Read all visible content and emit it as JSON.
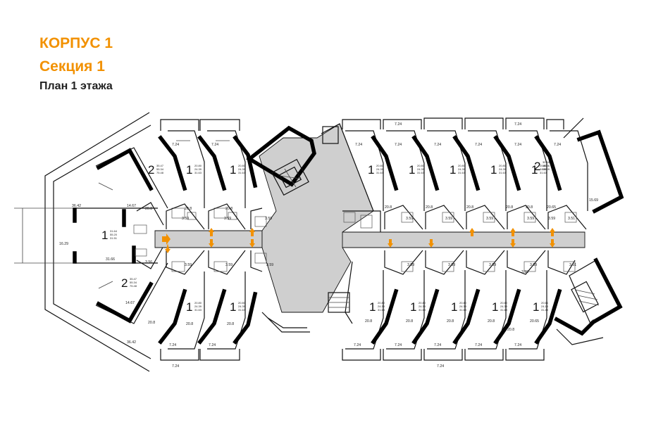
{
  "header": {
    "building": "КОРПУС 1",
    "section": "Секция 1",
    "floor": "План 1 этажа"
  },
  "colors": {
    "accent": "#f29100",
    "corridor": "#cfcfcf",
    "wall": "#000000"
  },
  "left_wing": {
    "units": [
      {
        "rooms": "2",
        "areas": [
          "35.47",
          "55.34",
          "75.48"
        ]
      },
      {
        "rooms": "1",
        "areas": [
          "31.64",
          "55.20",
          "31.51"
        ]
      },
      {
        "rooms": "2",
        "areas": [
          "35.47",
          "55.34",
          "75.48"
        ]
      }
    ],
    "dims": [
      "36.42",
      "16.29",
      "14.67",
      "14.67",
      "31.66",
      "3.56",
      "20.8",
      "36.42"
    ]
  },
  "upper_units": [
    {
      "rooms": "1",
      "areas": [
        "20.80",
        "24.39",
        "31.63"
      ]
    },
    {
      "rooms": "1",
      "areas": [
        "20.80",
        "24.39",
        "31.63"
      ]
    },
    {
      "rooms": "1",
      "areas": [
        "20.80",
        "24.39",
        "31.63"
      ]
    },
    {
      "rooms": "1",
      "areas": [
        "20.80",
        "24.39",
        "31.63"
      ]
    },
    {
      "rooms": "1",
      "areas": [
        "20.80",
        "24.39",
        "31.63"
      ]
    },
    {
      "rooms": "1",
      "areas": [
        "20.80",
        "24.39",
        "31.63"
      ]
    },
    {
      "rooms": "1",
      "areas": [
        "20.80",
        "24.39",
        "31.63"
      ]
    },
    {
      "rooms": "2",
      "areas": [
        "30.94",
        "48.86",
        "58.09"
      ]
    }
  ],
  "lower_units": [
    {
      "rooms": "1",
      "areas": [
        "20.80",
        "24.39",
        "31.63"
      ]
    },
    {
      "rooms": "1",
      "areas": [
        "20.80",
        "24.39",
        "31.63"
      ]
    },
    {
      "rooms": "1",
      "areas": [
        "20.80",
        "24.39",
        "31.63"
      ]
    },
    {
      "rooms": "1",
      "areas": [
        "20.80",
        "24.39",
        "31.63"
      ]
    },
    {
      "rooms": "1",
      "areas": [
        "20.80",
        "24.39",
        "31.63"
      ]
    },
    {
      "rooms": "1",
      "areas": [
        "20.80",
        "24.39",
        "31.63"
      ]
    },
    {
      "rooms": "1",
      "areas": [
        "20.66",
        "24.14",
        "31.43"
      ]
    }
  ],
  "dims": {
    "upper_balcony": [
      "7.24",
      "7.24",
      "7.24",
      "7.24",
      "7.24",
      "7.24",
      "7.24",
      "7.24",
      "7.24",
      "7.24"
    ],
    "upper_room": [
      "20.8",
      "20.8",
      "20.8",
      "20.8",
      "20.8",
      "20.8",
      "20.8",
      "20.8",
      "20.65",
      "15.69"
    ],
    "upper_bath": [
      "3.59",
      "3.59",
      "3.59",
      "3.59",
      "3.59",
      "3.59",
      "3.59",
      "3.59",
      "3.51"
    ],
    "lower_bath": [
      "3.59",
      "3.59",
      "3.59",
      "3.59",
      "3.59",
      "3.59",
      "3.59",
      "3.59",
      "3.51"
    ],
    "lower_room": [
      "20.8",
      "20.8",
      "20.8",
      "20.8",
      "20.8",
      "20.8",
      "20.8",
      "20.65"
    ],
    "lower_balcony": [
      "7.24",
      "7.24",
      "7.24",
      "7.24",
      "7.24",
      "7.24",
      "7.24",
      "7.24",
      "7.24"
    ]
  }
}
